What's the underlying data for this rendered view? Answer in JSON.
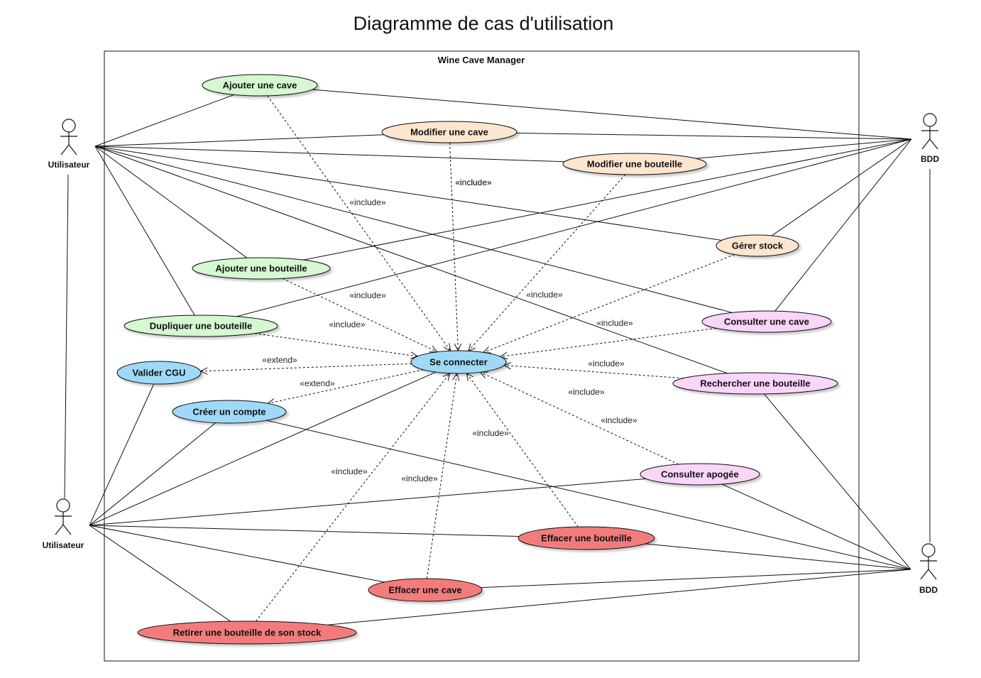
{
  "title": "Diagramme de cas d'utilisation",
  "system": {
    "name": "Wine Cave Manager"
  },
  "colors": {
    "green": "#d5f7d1",
    "orange": "#fde6cf",
    "pink": "#f9d5f7",
    "blue": "#9fd9f7",
    "red": "#f27b7b",
    "stroke": "#111111"
  },
  "actors": [
    {
      "id": "user_top",
      "label": "Utilisateur"
    },
    {
      "id": "user_bottom",
      "label": "Utilisateur"
    },
    {
      "id": "bdd_top",
      "label": "BDD"
    },
    {
      "id": "bdd_bottom",
      "label": "BDD"
    }
  ],
  "use_cases": [
    {
      "id": "ajouter_cave",
      "label": "Ajouter une cave",
      "color": "green"
    },
    {
      "id": "modifier_cave",
      "label": "Modifier une cave",
      "color": "orange"
    },
    {
      "id": "modifier_bouteille",
      "label": "Modifier une bouteille",
      "color": "orange"
    },
    {
      "id": "gerer_stock",
      "label": "Gérer stock",
      "color": "orange"
    },
    {
      "id": "ajouter_bouteille",
      "label": "Ajouter une bouteille",
      "color": "green"
    },
    {
      "id": "dupliquer_bouteille",
      "label": "Dupliquer une bouteille",
      "color": "green"
    },
    {
      "id": "consulter_cave",
      "label": "Consulter une cave",
      "color": "pink"
    },
    {
      "id": "se_connecter",
      "label": "Se connecter",
      "color": "blue"
    },
    {
      "id": "valider_cgu",
      "label": "Valider CGU",
      "color": "blue"
    },
    {
      "id": "rechercher_bouteille",
      "label": "Rechercher une bouteille",
      "color": "pink"
    },
    {
      "id": "creer_compte",
      "label": "Créer un compte",
      "color": "blue"
    },
    {
      "id": "consulter_apogee",
      "label": "Consulter apogée",
      "color": "pink"
    },
    {
      "id": "effacer_bouteille",
      "label": "Effacer une bouteille",
      "color": "red"
    },
    {
      "id": "effacer_cave",
      "label": "Effacer une cave",
      "color": "red"
    },
    {
      "id": "retirer_bouteille",
      "label": "Retirer une bouteille de son stock",
      "color": "red"
    }
  ],
  "associations": [
    [
      "user_top",
      "ajouter_cave"
    ],
    [
      "user_top",
      "modifier_cave"
    ],
    [
      "user_top",
      "modifier_bouteille"
    ],
    [
      "user_top",
      "gerer_stock"
    ],
    [
      "user_top",
      "ajouter_bouteille"
    ],
    [
      "user_top",
      "dupliquer_bouteille"
    ],
    [
      "user_top",
      "consulter_cave"
    ],
    [
      "user_top",
      "rechercher_bouteille"
    ],
    [
      "user_top",
      "user_bottom"
    ],
    [
      "bdd_top",
      "ajouter_cave"
    ],
    [
      "bdd_top",
      "modifier_cave"
    ],
    [
      "bdd_top",
      "modifier_bouteille"
    ],
    [
      "bdd_top",
      "gerer_stock"
    ],
    [
      "bdd_top",
      "ajouter_bouteille"
    ],
    [
      "bdd_top",
      "dupliquer_bouteille"
    ],
    [
      "bdd_top",
      "consulter_cave"
    ],
    [
      "bdd_top",
      "bdd_bottom"
    ],
    [
      "user_bottom",
      "valider_cgu"
    ],
    [
      "user_bottom",
      "creer_compte"
    ],
    [
      "user_bottom",
      "se_connecter"
    ],
    [
      "user_bottom",
      "consulter_apogee"
    ],
    [
      "user_bottom",
      "effacer_bouteille"
    ],
    [
      "user_bottom",
      "effacer_cave"
    ],
    [
      "user_bottom",
      "retirer_bouteille"
    ],
    [
      "bdd_bottom",
      "rechercher_bouteille"
    ],
    [
      "bdd_bottom",
      "creer_compte"
    ],
    [
      "bdd_bottom",
      "consulter_apogee"
    ],
    [
      "bdd_bottom",
      "effacer_bouteille"
    ],
    [
      "bdd_bottom",
      "effacer_cave"
    ],
    [
      "bdd_bottom",
      "retirer_bouteille"
    ]
  ],
  "dependencies": [
    {
      "from": "ajouter_cave",
      "to": "se_connecter",
      "label": "«include»"
    },
    {
      "from": "modifier_cave",
      "to": "se_connecter",
      "label": "«include»"
    },
    {
      "from": "modifier_bouteille",
      "to": "se_connecter",
      "label": "«include»"
    },
    {
      "from": "gerer_stock",
      "to": "se_connecter",
      "label": "«include»"
    },
    {
      "from": "ajouter_bouteille",
      "to": "se_connecter",
      "label": "«include»"
    },
    {
      "from": "dupliquer_bouteille",
      "to": "se_connecter",
      "label": "«include»"
    },
    {
      "from": "consulter_cave",
      "to": "se_connecter",
      "label": "«include»"
    },
    {
      "from": "rechercher_bouteille",
      "to": "se_connecter",
      "label": "«include»"
    },
    {
      "from": "consulter_apogee",
      "to": "se_connecter",
      "label": "«include»"
    },
    {
      "from": "effacer_bouteille",
      "to": "se_connecter",
      "label": "«include»"
    },
    {
      "from": "effacer_cave",
      "to": "se_connecter",
      "label": "«include»"
    },
    {
      "from": "retirer_bouteille",
      "to": "se_connecter",
      "label": "«include»"
    },
    {
      "from": "se_connecter",
      "to": "valider_cgu",
      "label": "«extend»"
    },
    {
      "from": "se_connecter",
      "to": "creer_compte",
      "label": "«extend»"
    }
  ],
  "free_labels": [
    {
      "label": "«include»"
    }
  ]
}
